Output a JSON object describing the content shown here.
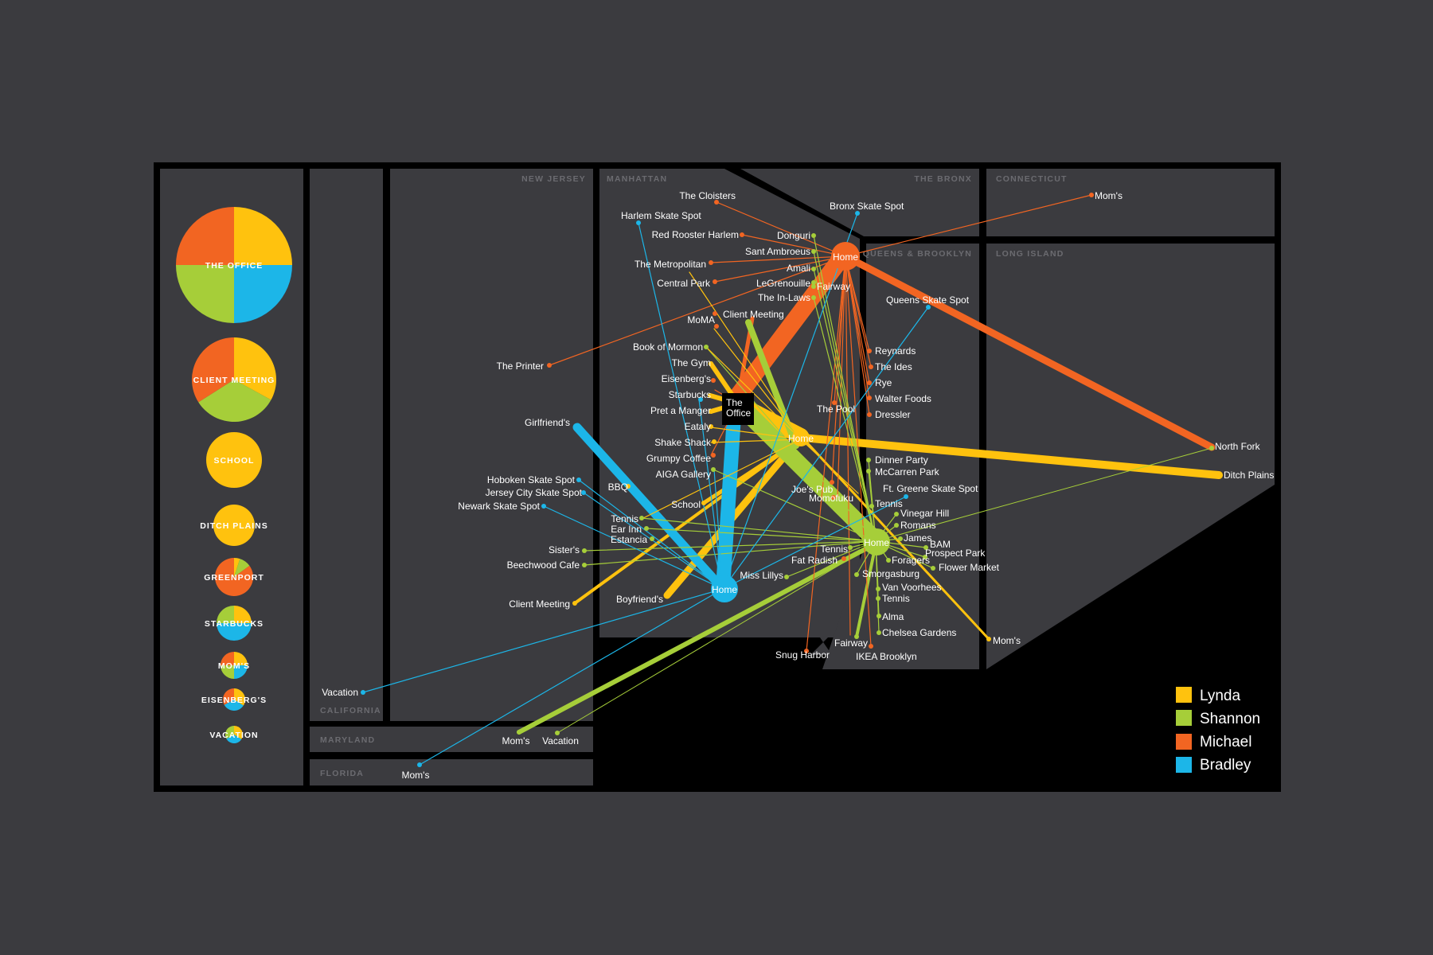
{
  "colors": {
    "background": "#3b3b3f",
    "frame": "#000000",
    "panel": "#3b3b3f",
    "Lynda": "#ffc20e",
    "Shannon": "#a6ce39",
    "Michael": "#f26522",
    "Bradley": "#1cb6e8"
  },
  "regions": {
    "new_jersey": "NEW JERSEY",
    "manhattan": "MANHATTAN",
    "bronx": "THE BRONX",
    "connecticut": "CONNECTICUT",
    "queens_brooklyn": "QUEENS & BROOKLYN",
    "long_island": "LONG ISLAND",
    "california": "CALIFORNIA",
    "maryland": "MARYLAND",
    "florida": "FLORIDA"
  },
  "legend": [
    {
      "name": "Lynda",
      "color": "#ffc20e"
    },
    {
      "name": "Shannon",
      "color": "#a6ce39"
    },
    {
      "name": "Michael",
      "color": "#f26522"
    },
    {
      "name": "Bradley",
      "color": "#1cb6e8"
    }
  ],
  "pies": [
    {
      "label": "THE OFFICE",
      "shares": [
        0.25,
        0.25,
        0.25,
        0.25
      ]
    },
    {
      "label": "CLIENT MEETING",
      "shares": [
        0.33,
        0.33,
        0.34,
        0
      ]
    },
    {
      "label": "SCHOOL",
      "shares": [
        1,
        0,
        0,
        0
      ]
    },
    {
      "label": "DITCH PLAINS",
      "shares": [
        1,
        0,
        0,
        0
      ]
    },
    {
      "label": "GREENPORT",
      "shares": [
        0.05,
        0.1,
        0.85,
        0
      ]
    },
    {
      "label": "STARBUCKS",
      "shares": [
        0.25,
        0.25,
        0,
        0.5
      ]
    },
    {
      "label": "MOM'S",
      "shares": [
        0.25,
        0.25,
        0.25,
        0.25
      ]
    },
    {
      "label": "EISENBERG'S",
      "shares": [
        0.34,
        0,
        0.33,
        0.33
      ]
    },
    {
      "label": "VACATION",
      "shares": [
        0.34,
        0.33,
        0,
        0.33
      ]
    }
  ],
  "hubs": {
    "office": "The Office",
    "home": "Home"
  },
  "places": {
    "cloisters": "The Cloisters",
    "harlem_skate": "Harlem Skate Spot",
    "red_rooster": "Red Rooster Harlem",
    "donguri": "Donguri",
    "sant_ambroeus": "Sant Ambroeus",
    "amali": "Amali",
    "metropolitan": "The Metropolitan",
    "central_park": "Central Park",
    "legrenouille": "LeGrenouille",
    "fairway_m": "Fairway",
    "in_laws": "The In-Laws",
    "client_meeting_m": "Client Meeting",
    "moma": "MoMA",
    "book_of_mormon": "Book of Mormon",
    "the_gym": "The Gym",
    "eisenbergs": "Eisenberg's",
    "starbucks": "Starbucks",
    "pret": "Pret a Manger",
    "eataly": "Eataly",
    "shake_shack": "Shake Shack",
    "grumpy": "Grumpy Coffee",
    "aiga": "AIGA Gallery",
    "bbq": "BBQ",
    "school": "School",
    "the_printer": "The Printer",
    "girlfriends": "Girlfriend's",
    "hoboken": "Hoboken Skate Spot",
    "jersey_city": "Jersey City Skate Spot",
    "newark": "Newark Skate Spot",
    "tennis_nj": "Tennis",
    "ear_inn": "Ear Inn",
    "estancia": "Estancia",
    "sisters": "Sister's",
    "beechwood": "Beechwood Cafe",
    "client_meeting_nj": "Client Meeting",
    "boyfriends": "Boyfriend's",
    "bronx_skate": "Bronx Skate Spot",
    "moms_ct": "Mom's",
    "queens_skate": "Queens Skate Spot",
    "reynards": "Reynards",
    "the_ides": "The Ides",
    "rye": "Rye",
    "walter": "Walter Foods",
    "dressler": "Dressler",
    "the_pool": "The Pool",
    "dinner_party": "Dinner Party",
    "mccarren": "McCarren Park",
    "ft_greene": "Ft. Greene Skate Spot",
    "joes_pub": "Joe's Pub",
    "momofuku": "Momofuku",
    "tennis_b1": "Tennis",
    "vinegar_hill": "Vinegar Hill",
    "romans": "Romans",
    "james": "James",
    "bam": "BAM",
    "prospect": "Prospect Park",
    "flower_market": "Flower Market",
    "foragers": "Foragers",
    "tennis_b2": "Tennis",
    "fat_radish": "Fat Radish",
    "miss_lilys": "Miss Lillys",
    "smorgasburg": "Smorgasburg",
    "van_voorhees": "Van Voorhees",
    "tennis_b3": "Tennis",
    "alma": "Alma",
    "chelsea_gardens": "Chelsea Gardens",
    "fairway_b": "Fairway",
    "ikea": "IKEA Brooklyn",
    "snug_harbor": "Snug Harbor",
    "north_fork": "North Fork",
    "ditch_plains": "Ditch Plains",
    "moms_li": "Mom's",
    "vacation_ca": "Vacation",
    "moms_md": "Mom's",
    "vacation_md": "Vacation",
    "moms_fl": "Mom's"
  }
}
